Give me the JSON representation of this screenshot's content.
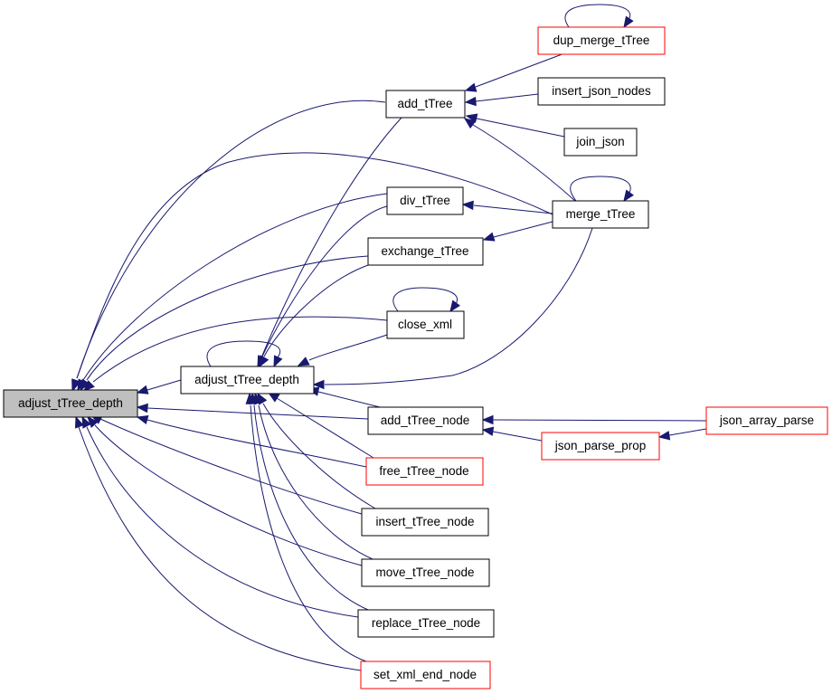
{
  "diagram": {
    "nodes": {
      "adjust_tTree_depth_root": {
        "label": "adjust_tTree_depth",
        "style": "focus"
      },
      "adjust_tTree_depth": {
        "label": "adjust_tTree_depth",
        "style": "normal"
      },
      "add_tTree": {
        "label": "add_tTree",
        "style": "normal"
      },
      "div_tTree": {
        "label": "div_tTree",
        "style": "normal"
      },
      "exchange_tTree": {
        "label": "exchange_tTree",
        "style": "normal"
      },
      "close_xml": {
        "label": "close_xml",
        "style": "normal"
      },
      "add_tTree_node": {
        "label": "add_tTree_node",
        "style": "normal"
      },
      "free_tTree_node": {
        "label": "free_tTree_node",
        "style": "truncated"
      },
      "insert_tTree_node": {
        "label": "insert_tTree_node",
        "style": "normal"
      },
      "move_tTree_node": {
        "label": "move_tTree_node",
        "style": "normal"
      },
      "replace_tTree_node": {
        "label": "replace_tTree_node",
        "style": "normal"
      },
      "set_xml_end_node": {
        "label": "set_xml_end_node",
        "style": "truncated"
      },
      "dup_merge_tTree": {
        "label": "dup_merge_tTree",
        "style": "truncated"
      },
      "insert_json_nodes": {
        "label": "insert_json_nodes",
        "style": "normal"
      },
      "join_json": {
        "label": "join_json",
        "style": "normal"
      },
      "merge_tTree": {
        "label": "merge_tTree",
        "style": "normal"
      },
      "json_parse_prop": {
        "label": "json_parse_prop",
        "style": "truncated"
      },
      "json_array_parse": {
        "label": "json_array_parse",
        "style": "truncated"
      }
    },
    "colors": {
      "edge": "#191970",
      "focus_fill": "#bfbfbf",
      "normal_border": "#000000",
      "truncated_border": "#ff0000",
      "background": "#ffffff"
    }
  }
}
